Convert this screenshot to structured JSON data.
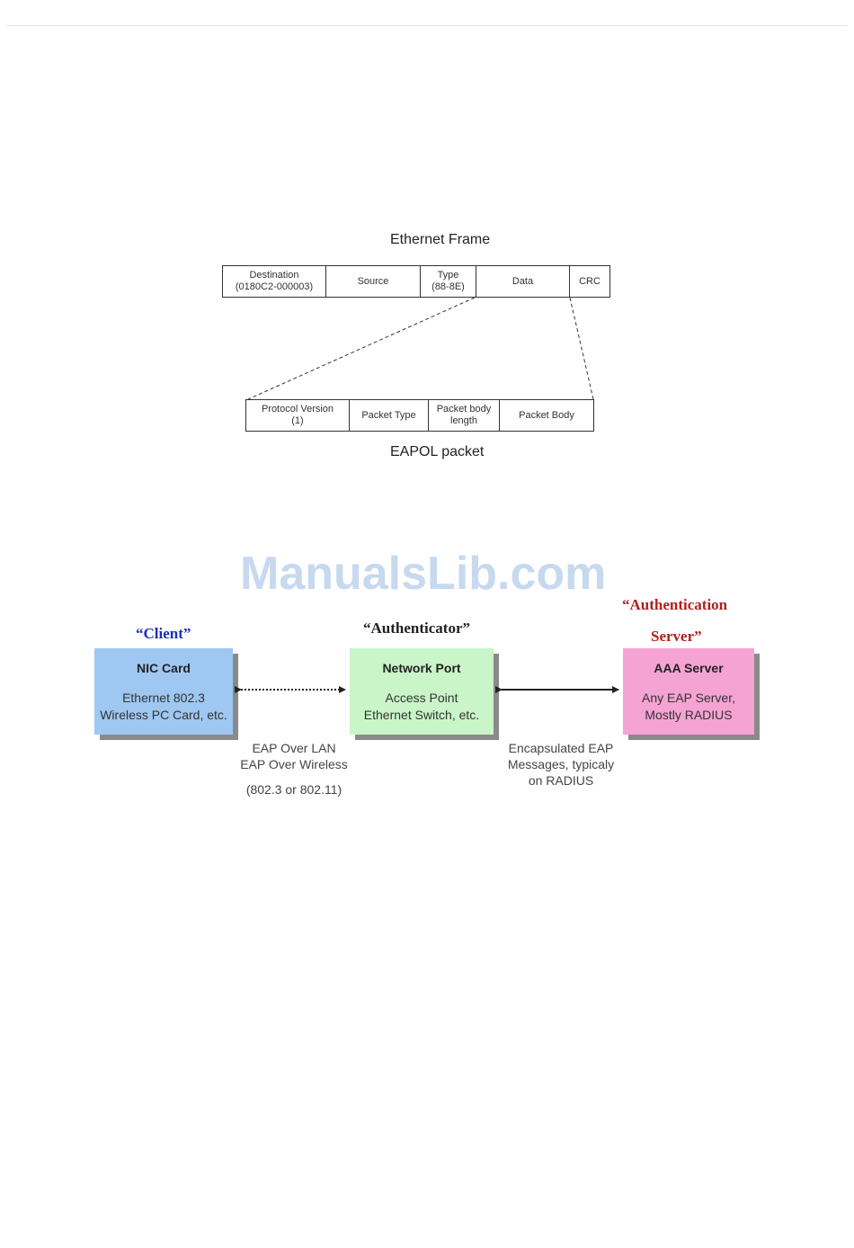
{
  "ethernet_frame": {
    "title": "Ethernet Frame",
    "fields": [
      {
        "line1": "Destination",
        "line2": "(0180C2-000003)"
      },
      {
        "line1": "Source",
        "line2": ""
      },
      {
        "line1": "Type",
        "line2": "(88-8E)"
      },
      {
        "line1": "Data",
        "line2": ""
      },
      {
        "line1": "CRC",
        "line2": ""
      }
    ]
  },
  "eapol_packet": {
    "title": "EAPOL packet",
    "fields": [
      {
        "line1": "Protocol Version",
        "line2": "(1)"
      },
      {
        "line1": "Packet Type",
        "line2": ""
      },
      {
        "line1": "Packet body",
        "line2": "length"
      },
      {
        "line1": "Packet Body",
        "line2": ""
      }
    ]
  },
  "watermark": "ManualsLib.com",
  "roles": {
    "client": "“Client”",
    "authenticator": "“Authenticator”",
    "server_line1": "“Authentication",
    "server_line2": "Server”"
  },
  "nodes": {
    "client": {
      "title": "NIC Card",
      "line1": "Ethernet 802.3",
      "line2": "Wireless PC Card, etc.",
      "color": "#9ec7f2"
    },
    "authenticator": {
      "title": "Network Port",
      "line1": "Access Point",
      "line2": "Ethernet Switch, etc.",
      "color": "#c9f5c9"
    },
    "server": {
      "title": "AAA Server",
      "line1": "Any EAP Server,",
      "line2": "Mostly RADIUS",
      "color": "#f5a3d3"
    }
  },
  "links": {
    "left": {
      "line1": "EAP Over LAN",
      "line2": "EAP Over Wireless",
      "line3": "(802.3 or 802.11)"
    },
    "right": {
      "line1": "Encapsulated EAP",
      "line2": "Messages, typicaly",
      "line3": "on RADIUS"
    }
  }
}
